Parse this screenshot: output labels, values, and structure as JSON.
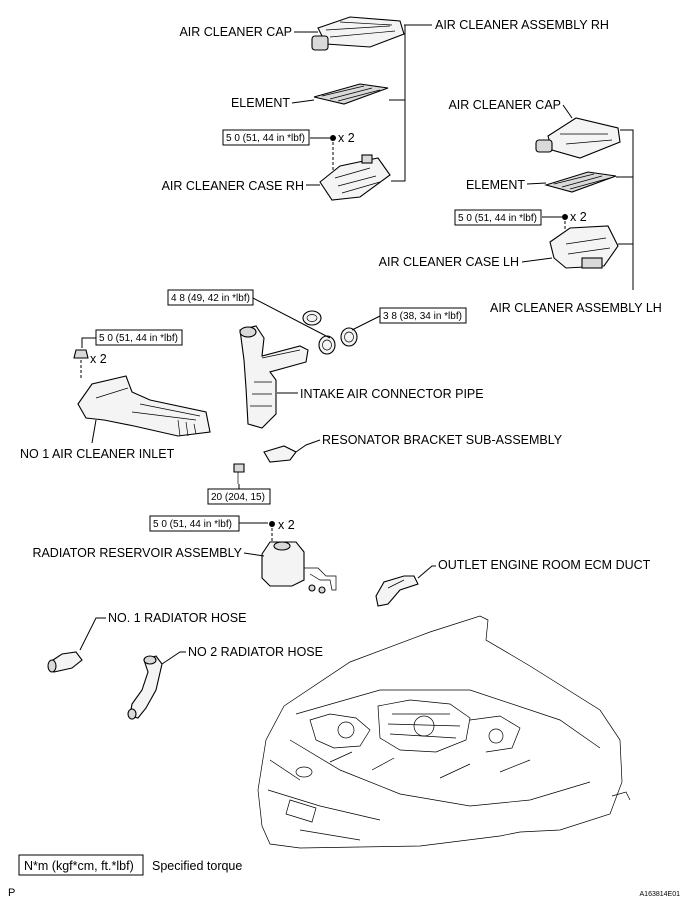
{
  "labels": {
    "air_cleaner_cap_rh": "AIR CLEANER CAP",
    "air_cleaner_assembly_rh": "AIR CLEANER ASSEMBLY RH",
    "element_rh": "ELEMENT",
    "air_cleaner_case_rh": "AIR CLEANER CASE RH",
    "air_cleaner_cap_lh": "AIR CLEANER CAP",
    "element_lh": "ELEMENT",
    "air_cleaner_case_lh": "AIR CLEANER CASE LH",
    "air_cleaner_assembly_lh": "AIR CLEANER ASSEMBLY LH",
    "intake_air_connector_pipe": "INTAKE AIR CONNECTOR PIPE",
    "no1_air_cleaner_inlet": "NO  1 AIR CLEANER INLET",
    "resonator_bracket": "RESONATOR BRACKET SUB-ASSEMBLY",
    "radiator_reservoir": "RADIATOR RESERVOIR ASSEMBLY",
    "outlet_ecm_duct": "OUTLET ENGINE ROOM ECM DUCT",
    "no1_radiator_hose": "NO. 1 RADIATOR HOSE",
    "no2_radiator_hose": "NO  2 RADIATOR HOSE"
  },
  "torques": {
    "case_rh": "5 0 (51, 44 in *lbf)",
    "case_lh": "5 0 (51, 44 in *lbf)",
    "gasket_a": "4 8 (49, 42 in *lbf)",
    "gasket_b": "3 8 (38, 34 in *lbf)",
    "inlet": "5 0 (51, 44 in *lbf)",
    "bracket": "20 (204, 15)",
    "reservoir": "5 0 (51, 44 in *lbf)"
  },
  "multipliers": {
    "case_rh": "x 2",
    "case_lh": "x 2",
    "inlet": "x 2",
    "reservoir": "x 2"
  },
  "legend": {
    "unit": "N*m (kgf*cm, ft.*lbf)",
    "description": "Specified torque"
  },
  "footer": {
    "page_marker": "P",
    "figure_id": "A163814E01"
  }
}
